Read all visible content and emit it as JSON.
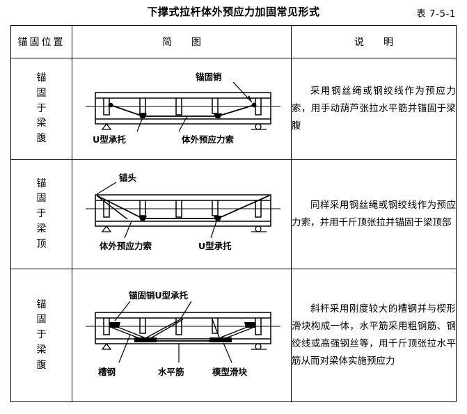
{
  "header": {
    "title": "下撑式拉杆体外预应力加固常见形式",
    "table_number": "表 7-5-1"
  },
  "table": {
    "columns": [
      {
        "label": "锚固位置",
        "name": "anchor-position"
      },
      {
        "label": "简　　图",
        "name": "schematic-diagram"
      },
      {
        "label": "说　　明",
        "name": "description"
      }
    ],
    "rows": [
      {
        "position": "锚固于梁腹",
        "position_chars": [
          "锚",
          "固",
          "于",
          "梁",
          "腹"
        ],
        "diagram": {
          "labels": {
            "anchor_pin": "锚固销",
            "u_saddle": "U型承托",
            "tendon": "体外预应力索"
          }
        },
        "description": "采用钢丝绳或钢绞线作为预应力索，用手动葫芦张拉水平筋并锚固于梁腹"
      },
      {
        "position": "锚固于梁顶",
        "position_chars": [
          "锚",
          "固",
          "于",
          "梁",
          "顶"
        ],
        "diagram": {
          "labels": {
            "anchor_head": "锚头",
            "tendon": "体外预应力索",
            "u_saddle": "U型承托"
          }
        },
        "description": "同样采用钢丝绳或钢绞线作为预应力索，并用千斤顶张拉并锚固于梁顶部"
      },
      {
        "position": "锚固于梁腹",
        "position_chars": [
          "锚",
          "固",
          "于",
          "梁",
          "腹"
        ],
        "diagram": {
          "labels": {
            "anchor_pin_saddle": "锚固销U型承托",
            "channel_steel": "槽钢",
            "horizontal_bar": "水平筋",
            "wedge_block": "模型滑块"
          }
        },
        "description": "斜杆采用刚度较大的槽钢并与楔形滑块构成一体，水平筋采用粗钢筋、钢绞线或高强钢丝等，用千斤顶张拉水平筋从而对梁体实施预应力"
      }
    ]
  },
  "colors": {
    "ink": "#000000",
    "paper": "#ffffff"
  }
}
